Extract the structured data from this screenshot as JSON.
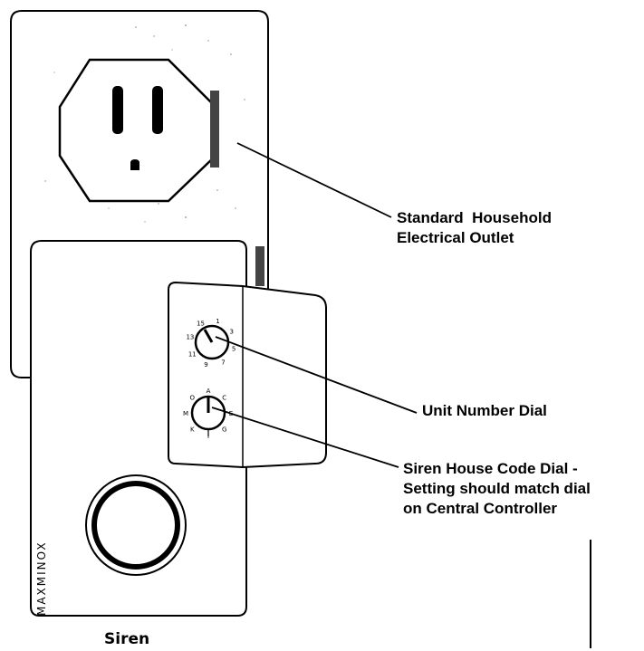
{
  "labels": {
    "outlet_line1": "Standard  Household",
    "outlet_line2": "Electrical Outlet",
    "unit_dial": "Unit Number Dial",
    "house_code_line1": "Siren House Code Dial -",
    "house_code_line2": "Setting should match dial",
    "house_code_line3": "on Central Controller",
    "caption": "Siren"
  },
  "unit_dial_ticks": [
    "15",
    "1",
    "3",
    "5",
    "7",
    "9",
    "11",
    "13"
  ],
  "house_code_ticks": [
    "O",
    "A",
    "C",
    "E",
    "G",
    "I",
    "K",
    "M"
  ],
  "brand_vertical": "MAXMINOX"
}
